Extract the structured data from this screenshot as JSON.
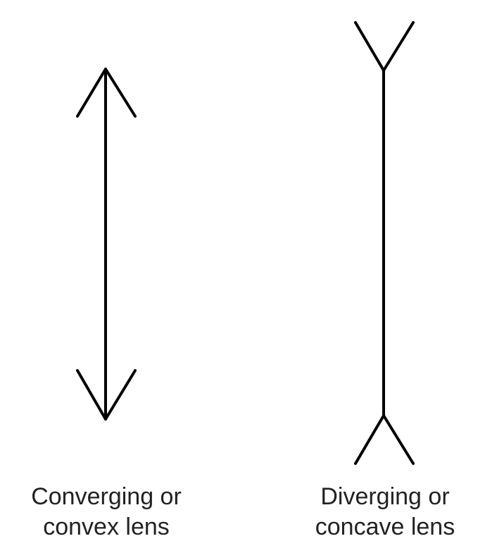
{
  "colors": {
    "background": "#ffffff",
    "stroke": "#000000",
    "text": "#222222"
  },
  "lenses": [
    {
      "symbol": "double-headed arrow (arrowheads pointing outward)",
      "caption_line1": "Converging or",
      "caption_line2": "convex lens"
    },
    {
      "symbol": "line with inverted arrowheads (pointing inward)",
      "caption_line1": "Diverging or",
      "caption_line2": "concave lens"
    }
  ]
}
